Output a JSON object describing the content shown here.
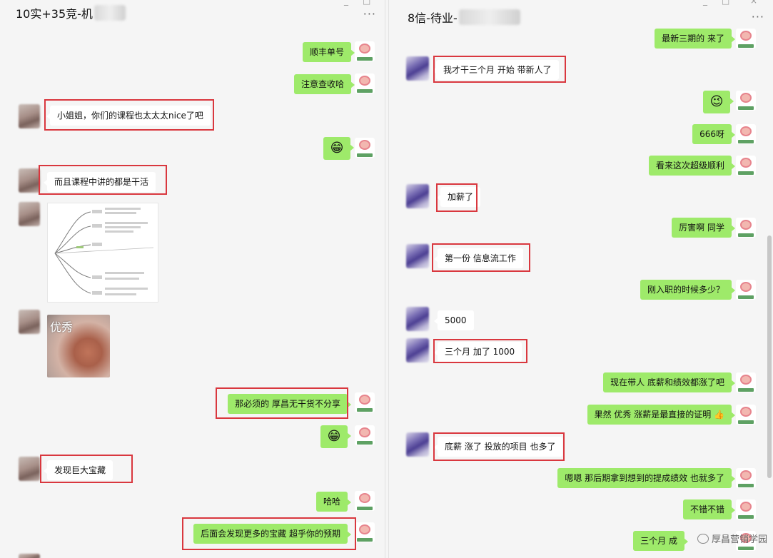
{
  "left": {
    "title": "10实+35竞-机",
    "more": "···",
    "messages": [
      {
        "text": "顺丰单号"
      },
      {
        "text": "注意查收哈"
      },
      {
        "text": "小姐姐，你们的课程也太太太nice了吧"
      },
      {
        "text": "😁"
      },
      {
        "text": "而且课程中讲的都是干活"
      },
      {
        "text": "优秀"
      },
      {
        "text": "那必须的 厚昌无干货不分享"
      },
      {
        "text": "😁"
      },
      {
        "text": "发现巨大宝藏"
      },
      {
        "text": "哈哈"
      },
      {
        "text": "后面会发现更多的宝藏 超乎你的预期"
      }
    ]
  },
  "right": {
    "title": "8信-待业-",
    "more": "···",
    "messages": [
      {
        "text": "最新三期的 来了"
      },
      {
        "text": "我才干三个月 开始 带新人了"
      },
      {
        "text": "😉"
      },
      {
        "text": "666呀"
      },
      {
        "text": "看来这次超级顺利"
      },
      {
        "text": "加薪了"
      },
      {
        "text": "厉害啊 同学"
      },
      {
        "text": "第一份 信息流工作"
      },
      {
        "text": "刚入职的时候多少？"
      },
      {
        "text": "5000"
      },
      {
        "text": "三个月 加了 1000"
      },
      {
        "text": "现在带人 底薪和绩效都涨了吧"
      },
      {
        "text": "果然 优秀 涨薪是最直接的证明 👍"
      },
      {
        "text": "底薪 涨了 投放的项目 也多了"
      },
      {
        "text": "嗯嗯 那后期拿到想到的提成绩效 也就多了"
      },
      {
        "text": "不错不错"
      },
      {
        "text": "三个月 成"
      }
    ]
  },
  "watermark": "厚昌营销学园",
  "colors": {
    "me_bubble": "#9eea6a",
    "other_bubble": "#ffffff",
    "highlight": "#d9373e"
  }
}
